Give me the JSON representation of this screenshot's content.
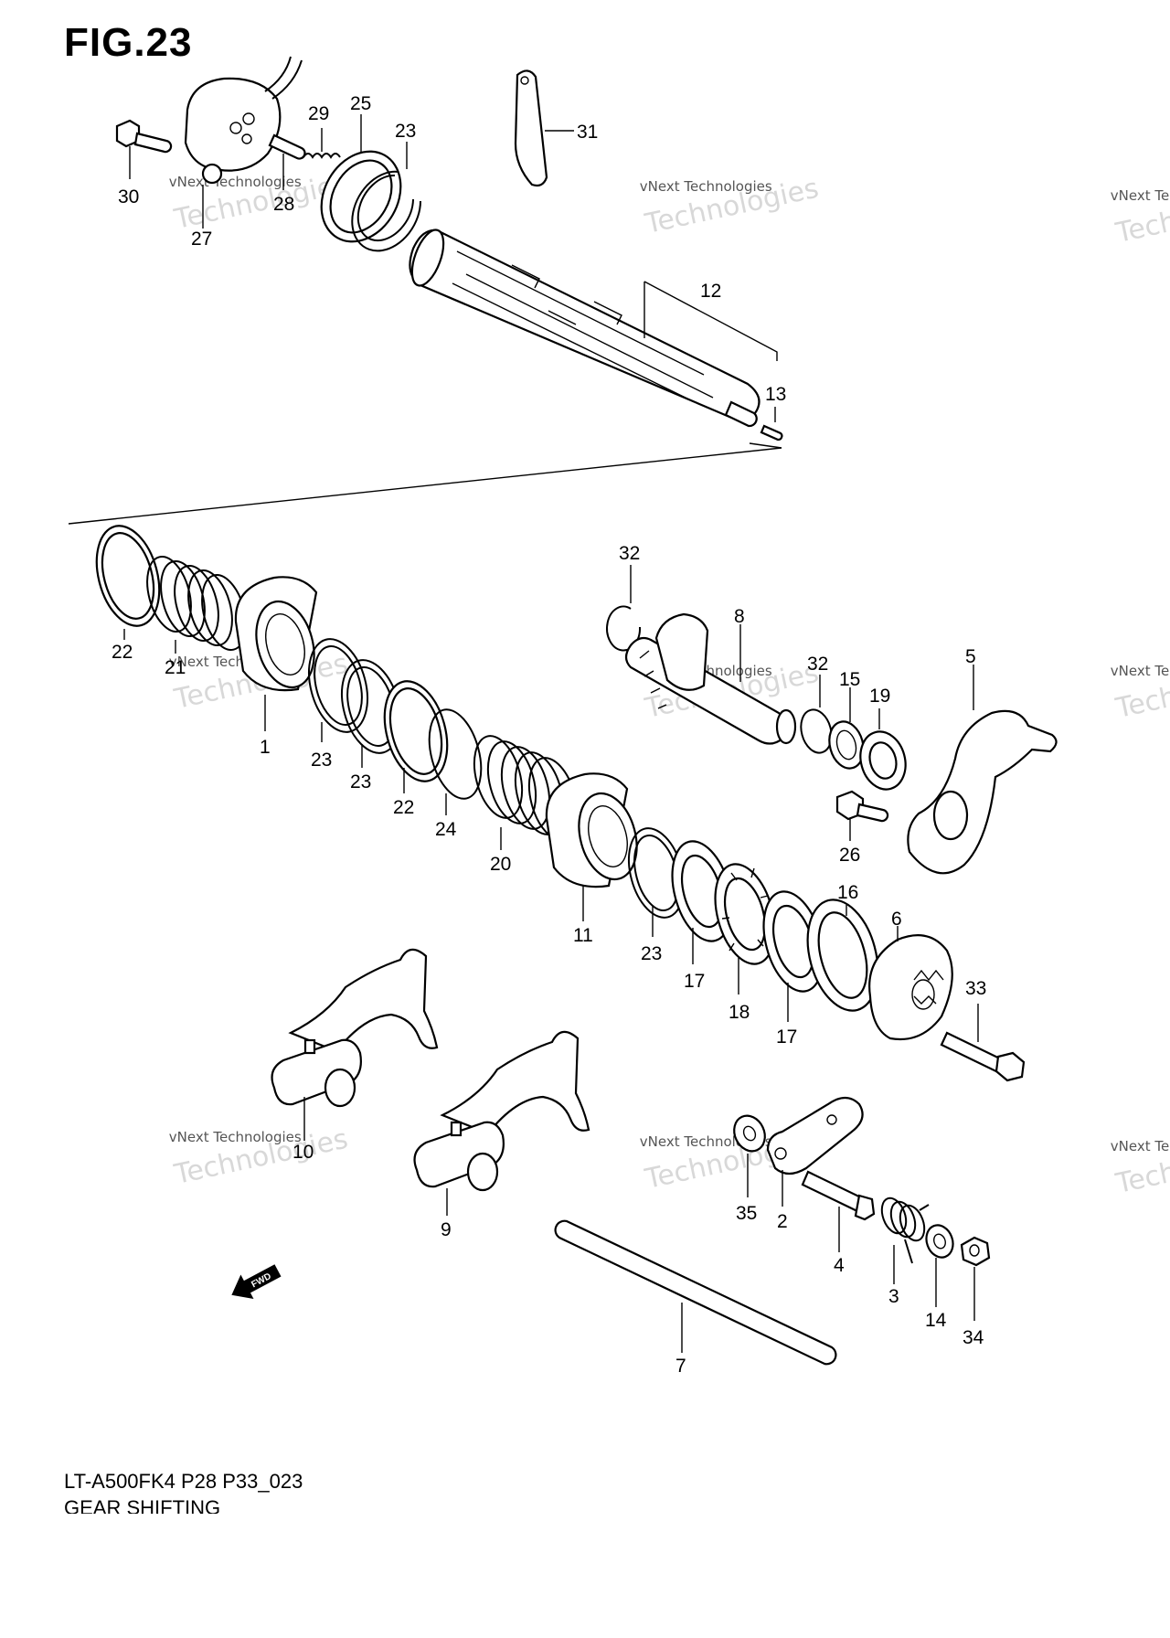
{
  "figure": {
    "title": "FIG.23",
    "model_code": "LT-A500FK4 P28 P33_023",
    "subtitle": "GEAR SHIFTING"
  },
  "watermark": {
    "line1": "vNext Technologies",
    "line2": "Technologies"
  },
  "callouts": {
    "c1": "1",
    "c2": "2",
    "c3": "3",
    "c4": "4",
    "c5": "5",
    "c6": "6",
    "c7": "7",
    "c8": "8",
    "c9": "9",
    "c10": "10",
    "c11": "11",
    "c12": "12",
    "c13": "13",
    "c14": "14",
    "c15": "15",
    "c16": "16",
    "c17a": "17",
    "c17b": "17",
    "c18": "18",
    "c19": "19",
    "c20": "20",
    "c21": "21",
    "c22a": "22",
    "c22b": "22",
    "c23a": "23",
    "c23b": "23",
    "c23c": "23",
    "c23d": "23",
    "c24": "24",
    "c25": "25",
    "c26": "26",
    "c27": "27",
    "c28": "28",
    "c29": "29",
    "c30": "30",
    "c31": "31",
    "c32a": "32",
    "c32b": "32",
    "c33": "33",
    "c34": "34",
    "c35": "35"
  },
  "fwd_label": "FWD",
  "colors": {
    "line": "#000000",
    "watermark": "#b9b9b9",
    "background": "#ffffff"
  }
}
